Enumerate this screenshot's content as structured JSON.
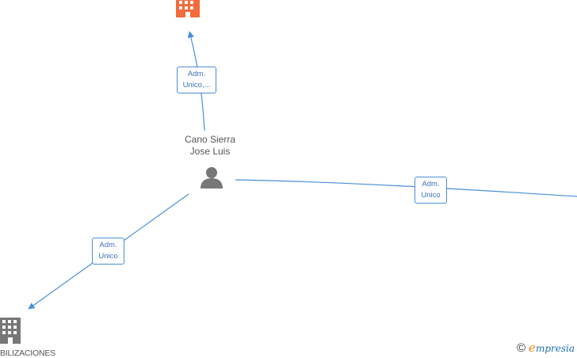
{
  "diagram": {
    "person": {
      "name_line1": "Cano Sierra",
      "name_line2": "Jose Luis",
      "icon": "person-icon"
    },
    "companies": {
      "top": {
        "icon": "building-icon",
        "color": "#f26b3a"
      },
      "bottom_left": {
        "icon": "building-icon",
        "color": "#777777",
        "label": "BILIZACIONES"
      }
    },
    "edges": [
      {
        "name": "top",
        "label_line1": "Adm.",
        "label_line2": "Unico,..."
      },
      {
        "name": "right",
        "label_line1": "Adm.",
        "label_line2": "Unico"
      },
      {
        "name": "bottom-left",
        "label_line1": "Adm.",
        "label_line2": "Unico"
      }
    ],
    "edge_color": "#4a8fd8"
  },
  "footer": {
    "copyright_symbol": "©",
    "brand_initial": "e",
    "brand_rest": "mpresia"
  }
}
